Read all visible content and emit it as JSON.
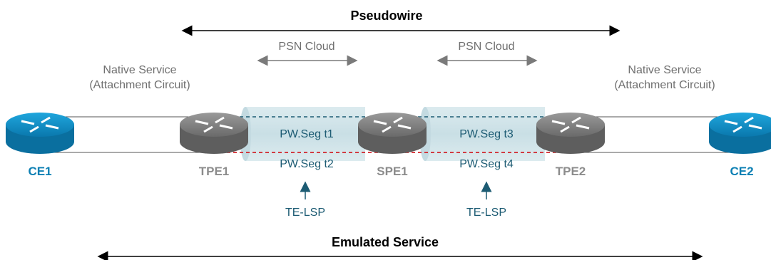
{
  "title_top": "Pseudowire",
  "title_bottom": "Emulated Service",
  "clouds": [
    {
      "label": "PSN Cloud"
    },
    {
      "label": "PSN Cloud"
    }
  ],
  "native_service": [
    {
      "line1": "Native Service",
      "line2": "(Attachment Circuit)"
    },
    {
      "line1": "Native Service",
      "line2": "(Attachment Circuit)"
    }
  ],
  "nodes": {
    "ce1": "CE1",
    "tpe1": "TPE1",
    "spe1": "SPE1",
    "tpe2": "TPE2",
    "ce2": "CE2"
  },
  "segments": {
    "t1": "PW.Seg t1",
    "t2": "PW.Seg t2",
    "t3": "PW.Seg t3",
    "t4": "PW.Seg t4"
  },
  "te_lsp": [
    "TE-LSP",
    "TE-LSP"
  ],
  "colors": {
    "ce_router": "#0b7fb3",
    "pe_router": "#7a7a7a",
    "tunnel": "#cfe3e8",
    "dashed_top": "#1c5b73",
    "dashed_bottom": "#d2232a",
    "text_teal": "#1c5b73"
  }
}
